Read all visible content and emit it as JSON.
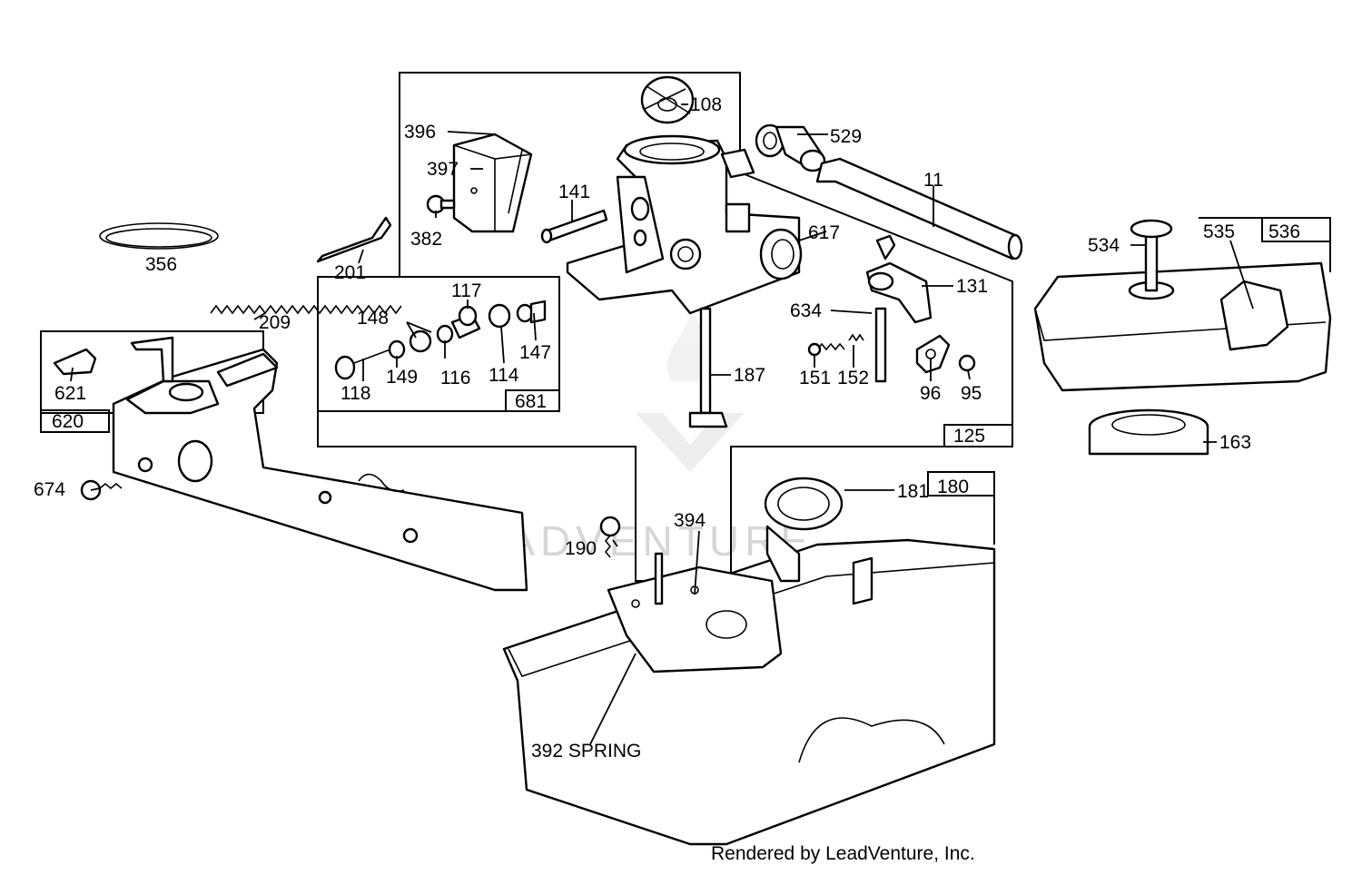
{
  "parts": {
    "p108": "108",
    "p396": "396",
    "p397": "397",
    "p382": "382",
    "p141": "141",
    "p529": "529",
    "p11": "11",
    "p617": "617",
    "p201": "201",
    "p356": "356",
    "p209": "209",
    "p148": "148",
    "p117": "117",
    "p147": "147",
    "p149": "149",
    "p116": "116",
    "p114": "114",
    "p118": "118",
    "p681": "681",
    "p634": "634",
    "p131": "131",
    "p151": "151",
    "p152": "152",
    "p96": "96",
    "p95": "95",
    "p187": "187",
    "p125": "125",
    "p534": "534",
    "p535": "535",
    "p536": "536",
    "p163": "163",
    "p621": "621",
    "p620": "620",
    "p674": "674",
    "p181": "181",
    "p180": "180",
    "p190": "190",
    "p394": "394",
    "p392": "392 SPRING"
  },
  "watermark": "LEADVENTURE",
  "credit": "Rendered by LeadVenture, Inc."
}
